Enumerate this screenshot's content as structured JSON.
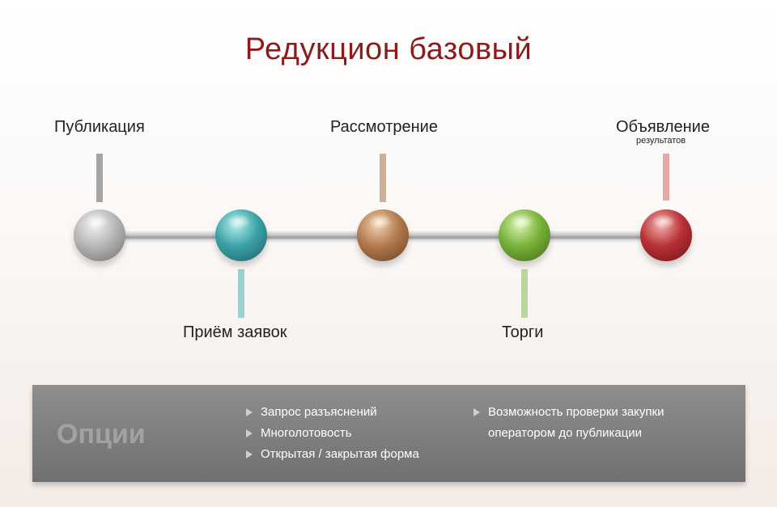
{
  "title": "Редукцион базовый",
  "stages": [
    {
      "label": "Публикация",
      "color": "#9e9e9e"
    },
    {
      "label": "Приём заявок",
      "color": "#3aa3a7"
    },
    {
      "label": "Рассмотрение",
      "color": "#b27a4d"
    },
    {
      "label": "Торги",
      "color": "#79b23a"
    },
    {
      "label": "Объявление",
      "sublabel": "результатов",
      "color": "#b73237"
    }
  ],
  "options": {
    "title": "Опции",
    "column1": [
      "Запрос разъяснений",
      "Многолотовость",
      "Открытая / закрытая форма"
    ],
    "column2": {
      "line1": "Возможность проверки закупки",
      "line2": "оператором до публикации"
    }
  }
}
